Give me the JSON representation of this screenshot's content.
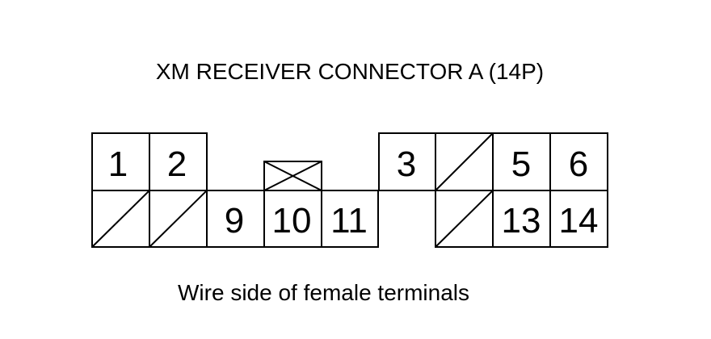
{
  "title": "XM RECEIVER CONNECTOR A (14P)",
  "caption": "Wire side of female terminals",
  "pins": {
    "p1": "1",
    "p2": "2",
    "p3": "3",
    "p5": "5",
    "p6": "6",
    "p9": "9",
    "p10": "10",
    "p11": "11",
    "p13": "13",
    "p14": "14"
  }
}
